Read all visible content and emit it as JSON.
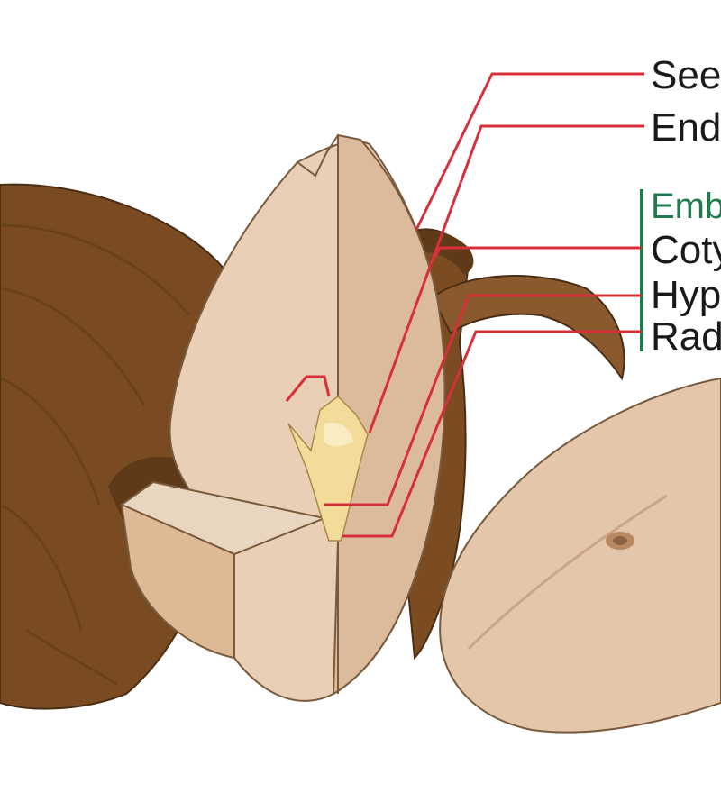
{
  "labels": {
    "seed_coat": "Seed",
    "endosperm": "Endo",
    "embryo": "Emb",
    "cotyledon": "Coty",
    "hypocotyl": "Hyp",
    "radicle": "Rad"
  },
  "colors": {
    "leader_line": "#d8303a",
    "embryo_group": "#1f7a4d",
    "label_text": "#1a1a1a",
    "husk_dark": "#6e4520",
    "husk_mid": "#8a5a2e",
    "kernel_light": "#e8cfb5",
    "kernel_mid": "#dcbb9c",
    "embryo_yellow": "#f3dc9a"
  }
}
